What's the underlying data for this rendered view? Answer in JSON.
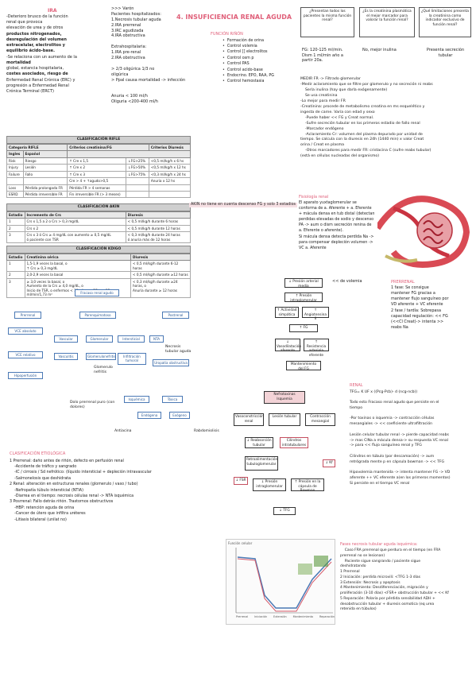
{
  "ira": {
    "title": "IRA",
    "lines": [
      "-Deterioro brusco de la función",
      "renal que provoca",
      "elevación de urea y de otros",
      "productos nitrogenados,",
      "desregulación del volumen",
      "extracelular, electrolitos y",
      "equilibrio ácido-base.",
      "-Se relaciona con un aumento de la",
      "mortalidad",
      "global, estancia hospitalaria,",
      "costes asociados, riesgo de",
      "Enfermedad Renal Crónica (ERC) y",
      "progresión a Enfermedad Renal",
      "Crónica Terminal (ERCT)"
    ]
  },
  "patient": {
    "lines": [
      ">>> Varón",
      "Pacientes hospitalizados:",
      "1.Necrosis tubular aguda",
      "2.IRA prerrenal",
      "3.IRC agudizada",
      "4.IRA obstructiva",
      "",
      "Extrahospitalaria:",
      "1.IRA pre-renal",
      "2.IRA obstructiva",
      "",
      "> 2/3 oligúrica 1/3 no",
      "oligúrica",
      "> Ppal causa mortalidad -> infección",
      "",
      "",
      "Anuria < 100 ml/h",
      "Oliguria <200-400 ml/h"
    ]
  },
  "heading": "4. INSUFICIENCIA RENAL AGUDA",
  "funcion": {
    "title": "FUNCIÓN RIÑÓN",
    "items": [
      "Formación de orina",
      "Control volemia",
      "Control [] electrolitos",
      "Control osm p",
      "Control PAS",
      "Control acido-base",
      "Endocrino. EPO, RAA, PG",
      "Control hemostasia"
    ]
  },
  "questions": [
    {
      "q": "¿Presentan todos los pacientes la misma función renal?",
      "a": "FG: 120-125 ml/min.\nDism 1 ml/min año a\npartir 20a."
    },
    {
      "q": "¿Es la creatinina plasmática el mejor marcador para valorar la función renal?",
      "a": "No, mejor inulina"
    },
    {
      "q": "¿Qué limitaciones presenta la creatinina como indicador exclusivo de función renal?",
      "a": "Presenta secreción tubular"
    }
  ],
  "creat": {
    "lines": [
      "MEDIR FR -> Filtrado glomerular",
      "-Medir aclaramiento que se filtre por glomerulo y no secreción ni reabs",
      "    Sería inulina (hay que darla exógenamente)",
      "    Se usa creatinina",
      "-Lo mejor para medir FR",
      "-Creatinina: procede de metabolismo creatina en ms esquelético y",
      "ingesta de carne. Varía con edad y sexo",
      "    -Puede haber << FG y Creat normal.",
      "    -Sufre secreción tubular en los primeros estadio de fallo renal",
      "    -Marcador endógeno",
      "    -Aclaramiento Cr: volumen del plasma depurado por unidad de",
      "tiempo. Se calcula con la diuresis en 24h (1440 min) x valor Creat",
      "orina / Creat en plasma",
      "    -Otros marcadores para medir FR: cristacina C (sufre reabs tubular)",
      "(está en células nucleadas del organismo)"
    ]
  },
  "rifle": {
    "caption": "CLASIFICACIÓN RIFLE",
    "headers": [
      "Categoría RIFLE",
      "Criterios creatinina/FG",
      "Criterios Diuresis"
    ],
    "sub": [
      "Ingles",
      "Español"
    ],
    "rows": [
      [
        "Risk",
        "Riesgo",
        "↑ Cre x 1,5",
        "↓FG>25%",
        "<0,5 ml/kg/h x 6 hs"
      ],
      [
        "Injury",
        "Lesión",
        "↑ Cre x 2",
        "↓FG>50%",
        "<0,5 ml/kg/h x 12 hs"
      ],
      [
        "Failure",
        "Fallo",
        "↑ Cre x 3",
        "↓FG>75%",
        "<0,3 ml/kg/h x 24 hs"
      ],
      [
        "",
        "",
        "Cre > 4 + ↑agudo>0,5",
        "",
        "Anuria x 12 hs"
      ],
      [
        "Loss",
        "Pérdida prolongada FR",
        "Pérdida FR > 4 semanas",
        "",
        ""
      ],
      [
        "ESRD",
        "Pérdida irreversible FR",
        "Fin irreversible FR (> 3 meses)",
        "",
        ""
      ]
    ]
  },
  "akin": {
    "caption": "CLASIFICACIÓN AKIN",
    "note": "AKIN no tiene en cuenta descenso FG y solo 3 estadios",
    "headers": [
      "Estadio",
      "Incremento de Crs",
      "Diuresis"
    ],
    "rows": [
      [
        "1",
        "Crs x 1,5 a 2 o Crs > 0,3 mg/dL",
        "< 0,5 ml/kg/h durante 6 horas"
      ],
      [
        "2",
        "Crs x 2",
        "< 0,5 ml/kg/h durante 12 horas"
      ],
      [
        "3",
        "Crs x 3 ó Crs ≥ 4 mg/dL con aumento ≥ 0,5 mg/dL\nó paciente con TSR",
        "< 0,3 ml/kg/h durante 24 horas\nó anuria más de 12 horas"
      ]
    ]
  },
  "kdigo": {
    "caption": "CLASIFICACIÓN KDIGO",
    "headers": [
      "Estadio",
      "Creatinina sérica",
      "Diuresis"
    ],
    "rows": [
      [
        "1",
        "1,5-1,9 veces la basal, o\n↑ Crs ≥ 0,3 mg/dL",
        "< 0,5 ml/kg/h durante 6-12 horas"
      ],
      [
        "2",
        "2,0-2,9 veces la basal",
        "< 0,5 ml/kg/h durante ≥12 horas"
      ],
      [
        "3",
        "≥ 3,0 veces la basal, o\nAumento de la Crs ≥ 4,0 mg/dL, o\nInicio de TSR, o enfermos < 18 años, ↓ FG a < 35 ml/min/1,73 m²",
        "< 0,3 ml/kg/h durante ≥24 horas, o\nAnuria durante ≥ 12 horas"
      ]
    ]
  },
  "fisiologia": {
    "title": "Fisiología renal",
    "lines": [
      "El aparato yuxtaglomerular se",
      "conforma de a. Aferente + a. Eferente",
      "+ mácula densa en tub distal (detectan",
      "perdidas elevadas de sodio y descenso",
      "PA -> aum o dism secreción renina de",
      "a. Eferente o aferente).",
      "Si mácula densa detecta perdida Na ->",
      "para compensar depleción volumen ->",
      "VC a. Aferente"
    ]
  },
  "prerrenal": {
    "label": "<< de volemia",
    "title": "PRERRENAL",
    "lines": [
      "1 fase: Se consigue",
      "mantener FG gracias a",
      "mantener flujo sanguíneo por",
      "VD aferente + VC eferente",
      "2 fase / tardía: Sobrepasa",
      "capacidad regulación: << FG",
      "(<<Cl Creat)-> intenta >>",
      "reabs Na"
    ],
    "flow": [
      "↓ Presión arterial media",
      "↑ Presión intraglomerular",
      "↑ Actividad simpática",
      "↑ Angiotensina II",
      "↑ FG",
      "↓ Vasodilatación aferente",
      "↑ Resistencia arteriola eferente",
      "Mantenimiento del FG"
    ]
  },
  "etiol": {
    "nodes": {
      "root": "Fracaso renal agudo",
      "pre": "Prerrenal",
      "par": "Parenquimatoso",
      "post": "Postrenal",
      "vasc": "Vascular",
      "glom": "Glomerular",
      "inter": "Intersticial",
      "nta": "NTA",
      "vce_abs": "VCE absoluto",
      "vce_rel": "VCE relativo",
      "hipoperf": "Hipoperfusión",
      "vasc_sub": "Vasculitis",
      "glom_sub": "Glomerulonefritis",
      "inter_sub": "Infiltración tumoral",
      "isq": "Isquémica",
      "tox": "Tóxica",
      "end": "Endógena",
      "exo": "Exógeno",
      "post_sub": "Uropatía obstructiva"
    },
    "notes": {
      "necrosis": "Necrosis tubular aguda",
      "glomer": "Glomerulo nefritis",
      "dolo": "Dolo prerrenal puro (con dolores)",
      "antiacina": "Antiacina",
      "rabdo": "Rabdomiolisis"
    },
    "title": "CLASIFICACIÓN ETIOLÓGICA",
    "lines": [
      "1 Prerrenal: daño antes de riñón, defecto en perfusión renal",
      "    -Accidente de tráfico y sangrado",
      "    -IC / cirrosis / Sd nefrótico: (líquido intersticial + depleción intravascular",
      "    -Salmonelosis que deshidrata",
      "2 Renal: alteración en estructuras renales (glomerulo / vaso / tubo)",
      "    -Nefropatía túbulo intersticial (NTIA)",
      "    -Diarrea en el tiempo: necrosis células renal -> NTA isquémica",
      "3 Posrrenal: Fallo detrás riñón. Trastornos obstructivos",
      "    -HBP: retención aguda de orina",
      "    -Cancer de útero que infiltra uréteres",
      "    -Litiasis bilateral (unilat no)"
    ]
  },
  "nefro": {
    "header": "Nefrotoxinas\nIsquemia",
    "b1": "Vasoconstricción renal",
    "b2": "Lesión tubular",
    "b3": "Contracción mesangial",
    "c1": "↓ Reabsorción tubular",
    "c2": "Cilindros intratubulares",
    "c3": "Retroalimentación tubuloglomerular",
    "c4": "↓ Kf",
    "c5": "↓ Presión intraglomerular",
    "c6": "↑ Presión en la cápsula de Bowman",
    "fsr": "↓ FSR",
    "kf": "↓ Kf",
    "tfg": "↓ TFG"
  },
  "renal": {
    "title": "RENAL",
    "lines": [
      "TFG= K UF x ((Pcg-Pcb)- d (ncg-ncb))",
      "",
      "Todo esto Fracaso renal agudo que persiste en el",
      "tiempo",
      "",
      "-Por toxinas o isquemia -> contracción células",
      "mesangiales -> << coeficiente ultrafiltración",
      "",
      "Lesión celular tubular renal -> pierde capacidad reabs",
      "-> mas ClNa a mácula densa-> su respuesta VC renal",
      "-> para << flujo sanguíneo renal y TFG",
      "",
      "Cilindros en túbulo (por descamación) -> aum",
      "retrógrada mente p en cápsula bowman -> << TFG",
      "",
      "Hipovolemia mantenida -> intenta mantener FG -> VD",
      "aferente ++ VC eferente a(en los primeros momentos)",
      "Si persiste en el tiempo VC renal"
    ]
  },
  "fases": {
    "title": "Fases necrosis tubular aguda isquémica:",
    "lines": [
      "    Caso FRA prerrenal que perdura en el tiempo (en FRA",
      "prerrenal no se lesionan)",
      "    Paciente sigue sangrando / paciente sigue",
      "deshidratando",
      "1 Prerrenal",
      "2 Iniciación: perdida microvili: <TFG 1-3 días",
      "3 Extensión: Necrosis y apoptosis",
      "4 Mantenimiento: Desdiferenciación, migración y",
      "proliferación (3-10 días) <FSR+ obstrucción tubular + << Kf",
      "5 Reparación: Polaria por pérdida sensibilidad ADH +",
      "desobstrucción tubular + diuresis osmotica (eq urea",
      "retenida en túbulos)"
    ],
    "chart": {
      "labels": [
        "Prerrenal",
        "Iniciación",
        "Extensión",
        "Mantenimiento",
        "Reparación"
      ],
      "fig": "Función celular"
    }
  },
  "colors": {
    "accent": "#e0607a",
    "blue": "#4b79b5",
    "green": "#5a9a4a"
  }
}
